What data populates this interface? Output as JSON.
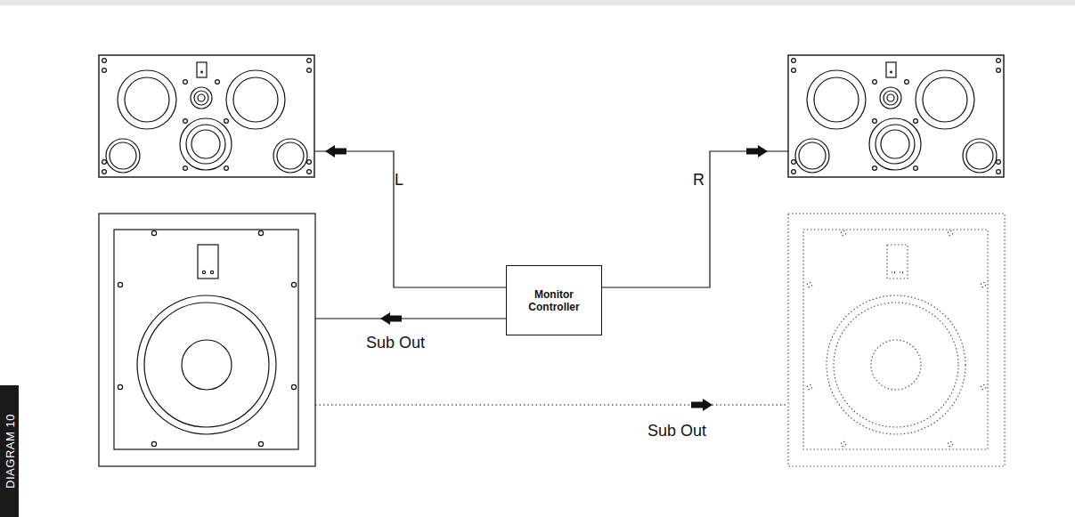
{
  "diagram": {
    "nodes": [
      {
        "text": [
          "Monitor Controller"
        ]
      }
    ],
    "labels": [
      "L",
      "R",
      "Sub Out",
      "Sub Out",
      "DIAGRAM 10"
    ]
  }
}
